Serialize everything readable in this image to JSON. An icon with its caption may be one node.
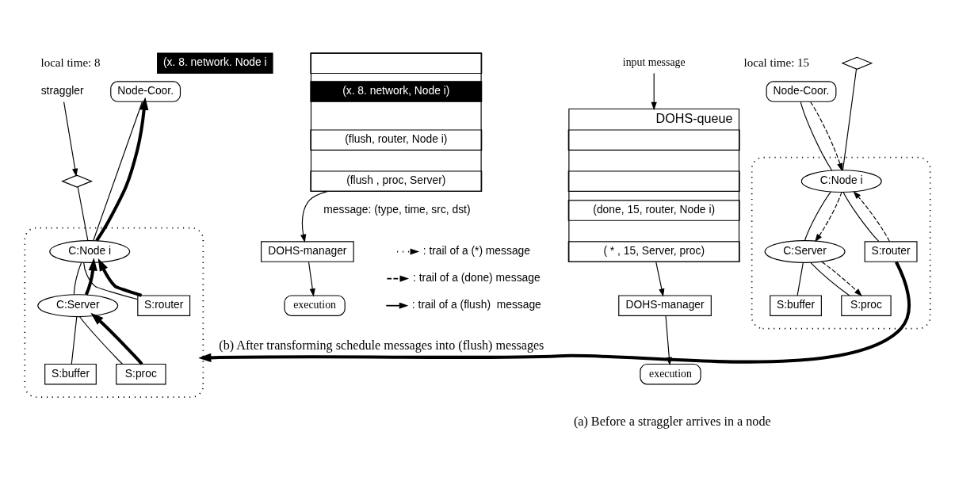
{
  "diagram": {
    "nodes": [
      {
        "text": [
          "Node-Coor."
        ]
      },
      {
        "text": [],
        "shape": "diamond"
      },
      {
        "text": [],
        "shape": "cloud"
      },
      {
        "text": [
          "C:Node i"
        ],
        "in": 2
      },
      {
        "text": [
          "C:Server"
        ],
        "in": 2
      },
      {
        "text": [
          "S:router"
        ],
        "in": 2
      },
      {
        "text": [
          "S:buffer"
        ],
        "in": 2
      },
      {
        "text": [
          "S:proc"
        ],
        "in": 2
      },
      {
        "text": [
          "input message"
        ]
      },
      {
        "text": [
          "DOHS-queue"
        ]
      },
      {
        "text": [],
        "shape": "box",
        "in": 9
      },
      {
        "text": [],
        "shape": "box",
        "in": 9
      },
      {
        "text": [
          "(done, 15, router, Node i)"
        ],
        "in": 9
      },
      {
        "text": [
          "( * , 15, Server, proc)"
        ],
        "in": 9
      },
      {
        "text": [
          "DOHS-manager"
        ]
      },
      {
        "text": [
          "execution"
        ]
      },
      {
        "text": [
          "straggler"
        ]
      },
      {
        "text": [
          "(x. 8. network. Node i"
        ]
      },
      {
        "text": [],
        "shape": "diamond"
      },
      {
        "text": [
          "Node-Coor."
        ]
      },
      {
        "text": [],
        "shape": "cloud"
      },
      {
        "text": [
          "C:Node i"
        ],
        "in": 20
      },
      {
        "text": [
          "C:Server"
        ],
        "in": 20
      },
      {
        "text": [
          "S:router"
        ],
        "in": 20
      },
      {
        "text": [
          "S:buffer"
        ],
        "in": 20
      },
      {
        "text": [
          "S:proc"
        ],
        "in": 20
      },
      {
        "text": [],
        "shape": "box"
      },
      {
        "text": [],
        "shape": "box",
        "in": 26
      },
      {
        "text": [
          "(x. 8. network, Node i)"
        ],
        "in": 26
      },
      {
        "text": [
          "(flush, router, Node i)"
        ],
        "in": 26
      },
      {
        "text": [
          "(flush , proc, Server)"
        ],
        "in": 26
      },
      {
        "text": [
          "DOHS-manager"
        ]
      },
      {
        "text": [
          "execution"
        ]
      }
    ],
    "edges": [
      {
        "from": 0,
        "to": 3,
        "arrow": "none"
      },
      {
        "from": 1,
        "to": 3,
        "arrow": "none"
      },
      {
        "from": 0,
        "to": 3,
        "arrow": "to",
        "style": "dashed"
      },
      {
        "from": 3,
        "to": 4,
        "arrow": "none"
      },
      {
        "from": 3,
        "to": 5,
        "arrow": "none"
      },
      {
        "from": 4,
        "to": 6,
        "arrow": "none"
      },
      {
        "from": 4,
        "to": 7,
        "arrow": "none"
      },
      {
        "from": 3,
        "to": 4,
        "arrow": "to",
        "style": "dashed"
      },
      {
        "from": 4,
        "to": 7,
        "arrow": "to",
        "style": "dashed"
      },
      {
        "from": 5,
        "to": 3,
        "arrow": "to",
        "style": "dashed"
      },
      {
        "from": 8,
        "to": 9,
        "arrow": "to"
      },
      {
        "from": 9,
        "to": 14,
        "arrow": "to"
      },
      {
        "from": 14,
        "to": 15,
        "arrow": "to"
      },
      {
        "from": 2,
        "to": 20,
        "arrow": "to",
        "style": "thick"
      },
      {
        "from": 16,
        "to": 18,
        "arrow": "to"
      },
      {
        "from": 18,
        "to": 21,
        "arrow": "none"
      },
      {
        "from": 19,
        "to": 21,
        "arrow": "none"
      },
      {
        "from": 21,
        "to": 19,
        "arrow": "to",
        "style": "thick"
      },
      {
        "from": 21,
        "to": 22,
        "arrow": "none"
      },
      {
        "from": 21,
        "to": 23,
        "arrow": "none"
      },
      {
        "from": 22,
        "to": 24,
        "arrow": "none"
      },
      {
        "from": 22,
        "to": 25,
        "arrow": "none"
      },
      {
        "from": 22,
        "to": 21,
        "arrow": "to",
        "style": "thick"
      },
      {
        "from": 23,
        "to": 21,
        "arrow": "to",
        "style": "thick"
      },
      {
        "from": 25,
        "to": 22,
        "arrow": "to",
        "style": "thick"
      },
      {
        "from": 26,
        "to": 31,
        "arrow": "to"
      },
      {
        "from": 31,
        "to": 32,
        "arrow": "to"
      }
    ],
    "labels": [
      "local time: 15",
      "local time: 8",
      "(a) Before a straggler arrives in a node",
      "(b) After transforming schedule messages into (flush) messages",
      "message: (type, time, src, dst)"
    ],
    "legend": [
      {
        "text": ": trail of a (*) message"
      },
      {
        "text": ": trail of a (done) message"
      },
      {
        "text": ": trail of a (flush)  message"
      }
    ]
  }
}
